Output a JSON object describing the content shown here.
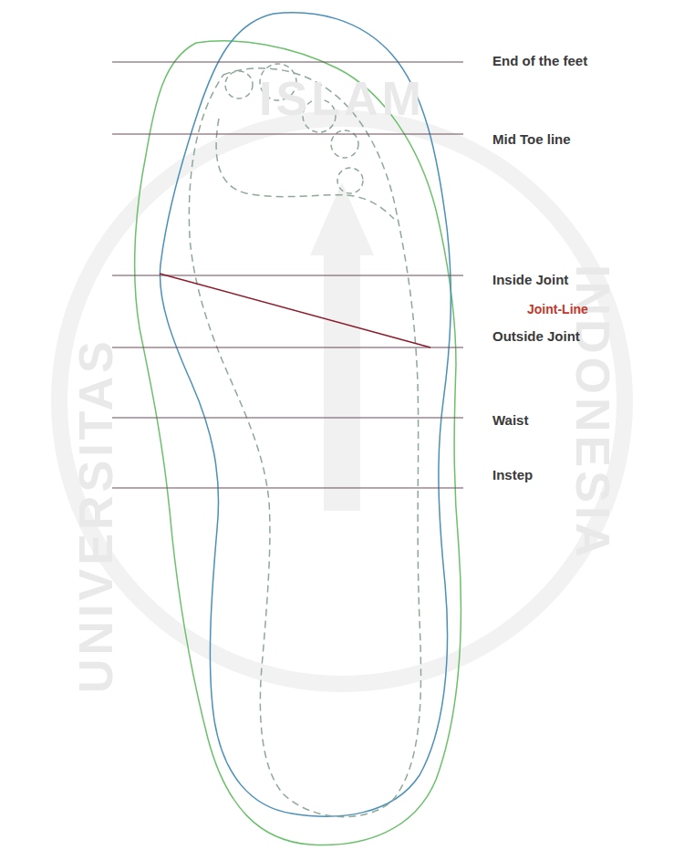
{
  "diagram": {
    "labels": [
      "End of the feet",
      "Mid Toe line",
      "Inside Joint",
      "Joint-Line",
      "Outside Joint",
      "Waist",
      "Instep",
      "ISLAM",
      "UNIVERSITAS",
      "INDONESIA"
    ]
  }
}
